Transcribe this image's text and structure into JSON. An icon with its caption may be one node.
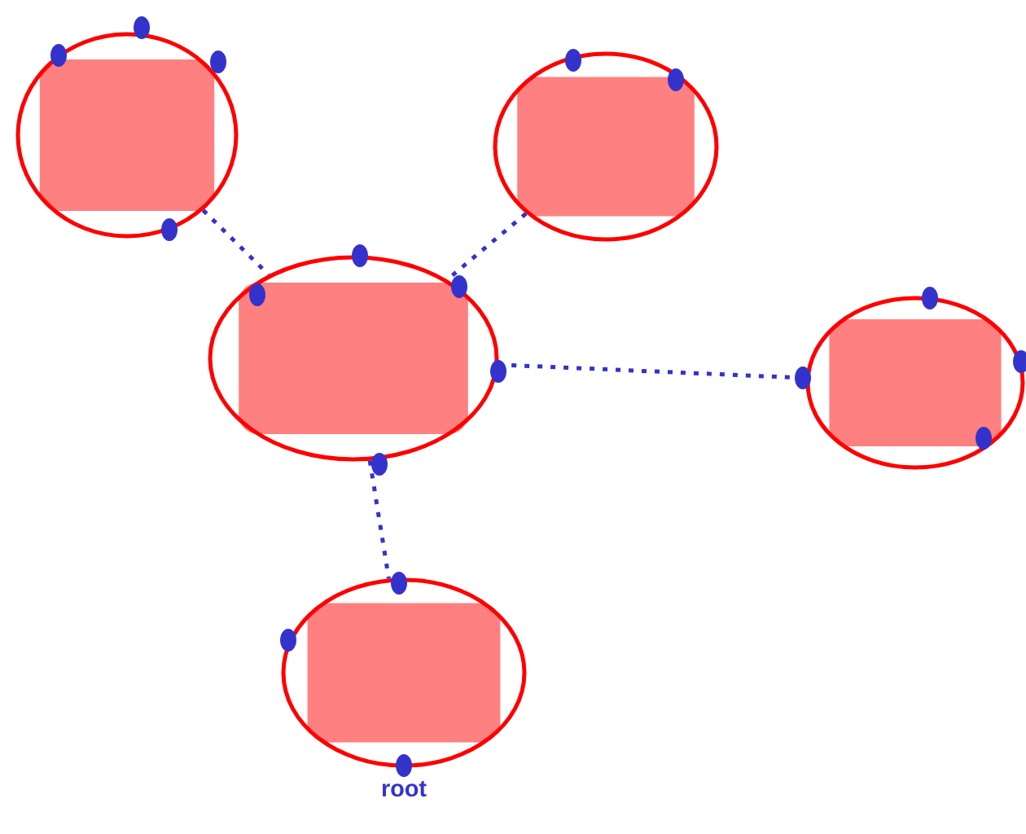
{
  "diagram": {
    "nodes": [
      {
        "text": [],
        "shape": "circle"
      },
      {
        "text": [],
        "shape": "circle"
      },
      {
        "text": [],
        "shape": "circle"
      },
      {
        "text": [],
        "shape": "circle"
      },
      {
        "text": [],
        "shape": "circle",
        "beside": [
          "root"
        ]
      }
    ],
    "edges": [
      {
        "from": 0,
        "to": 2,
        "arrow": "none"
      },
      {
        "from": 1,
        "to": 2,
        "arrow": "none"
      },
      {
        "from": 2,
        "to": 3,
        "arrow": "none"
      },
      {
        "from": 2,
        "to": 4,
        "arrow": "none"
      }
    ]
  }
}
